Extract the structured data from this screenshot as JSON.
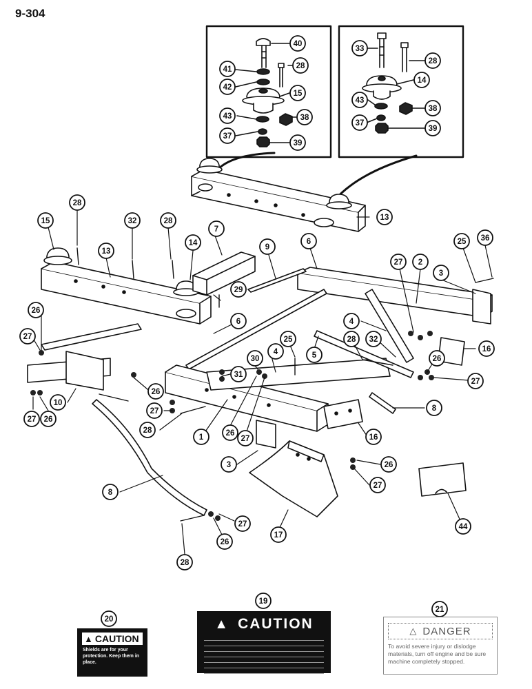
{
  "page_number": "9-304",
  "callouts": [
    {
      "id": "c40",
      "label": "40"
    },
    {
      "id": "c41",
      "label": "41"
    },
    {
      "id": "c28a",
      "label": "28"
    },
    {
      "id": "c42",
      "label": "42"
    },
    {
      "id": "c15a",
      "label": "15"
    },
    {
      "id": "c43a",
      "label": "43"
    },
    {
      "id": "c38a",
      "label": "38"
    },
    {
      "id": "c37a",
      "label": "37"
    },
    {
      "id": "c39a",
      "label": "39"
    },
    {
      "id": "c33",
      "label": "33"
    },
    {
      "id": "c28b",
      "label": "28"
    },
    {
      "id": "c14a",
      "label": "14"
    },
    {
      "id": "c43b",
      "label": "43"
    },
    {
      "id": "c38b",
      "label": "38"
    },
    {
      "id": "c37b",
      "label": "37"
    },
    {
      "id": "c39b",
      "label": "39"
    },
    {
      "id": "c13a",
      "label": "13"
    },
    {
      "id": "c28c",
      "label": "28"
    },
    {
      "id": "c15b",
      "label": "15"
    },
    {
      "id": "c32a",
      "label": "32"
    },
    {
      "id": "c28d",
      "label": "28"
    },
    {
      "id": "c7",
      "label": "7"
    },
    {
      "id": "c14b",
      "label": "14"
    },
    {
      "id": "c13b",
      "label": "13"
    },
    {
      "id": "c9",
      "label": "9"
    },
    {
      "id": "c6a",
      "label": "6"
    },
    {
      "id": "c25a",
      "label": "25"
    },
    {
      "id": "c36",
      "label": "36"
    },
    {
      "id": "c27a",
      "label": "27"
    },
    {
      "id": "c2",
      "label": "2"
    },
    {
      "id": "c3a",
      "label": "3"
    },
    {
      "id": "c29",
      "label": "29"
    },
    {
      "id": "c26a",
      "label": "26"
    },
    {
      "id": "c6b",
      "label": "6"
    },
    {
      "id": "c27b",
      "label": "27"
    },
    {
      "id": "c4a",
      "label": "4"
    },
    {
      "id": "c28e",
      "label": "28"
    },
    {
      "id": "c32b",
      "label": "32"
    },
    {
      "id": "c25b",
      "label": "25"
    },
    {
      "id": "c30",
      "label": "30"
    },
    {
      "id": "c4b",
      "label": "4"
    },
    {
      "id": "c5",
      "label": "5"
    },
    {
      "id": "c16a",
      "label": "16"
    },
    {
      "id": "c26b",
      "label": "26"
    },
    {
      "id": "c27c",
      "label": "27"
    },
    {
      "id": "c31",
      "label": "31"
    },
    {
      "id": "c10",
      "label": "10"
    },
    {
      "id": "c26c",
      "label": "26"
    },
    {
      "id": "c27d",
      "label": "27"
    },
    {
      "id": "c27e",
      "label": "27"
    },
    {
      "id": "c26d",
      "label": "26"
    },
    {
      "id": "c8a",
      "label": "8"
    },
    {
      "id": "c28f",
      "label": "28"
    },
    {
      "id": "c1",
      "label": "1"
    },
    {
      "id": "c26e",
      "label": "26"
    },
    {
      "id": "c27f",
      "label": "27"
    },
    {
      "id": "c16b",
      "label": "16"
    },
    {
      "id": "c3b",
      "label": "3"
    },
    {
      "id": "c26f",
      "label": "26"
    },
    {
      "id": "c27g",
      "label": "27"
    },
    {
      "id": "c8b",
      "label": "8"
    },
    {
      "id": "c44",
      "label": "44"
    },
    {
      "id": "c17",
      "label": "17"
    },
    {
      "id": "c26g",
      "label": "26"
    },
    {
      "id": "c27h",
      "label": "27"
    },
    {
      "id": "c28g",
      "label": "28"
    },
    {
      "id": "c20",
      "label": "20"
    },
    {
      "id": "c19",
      "label": "19"
    },
    {
      "id": "c21",
      "label": "21"
    }
  ],
  "decals": {
    "d20": {
      "title": "CAUTION",
      "body": "Shields are for your protection. Keep them in place."
    },
    "d19": {
      "title": "CAUTION"
    },
    "d21": {
      "title": "DANGER",
      "body": "To avoid severe injury or dislodge materials, turn off engine and be sure machine completely stopped."
    }
  }
}
